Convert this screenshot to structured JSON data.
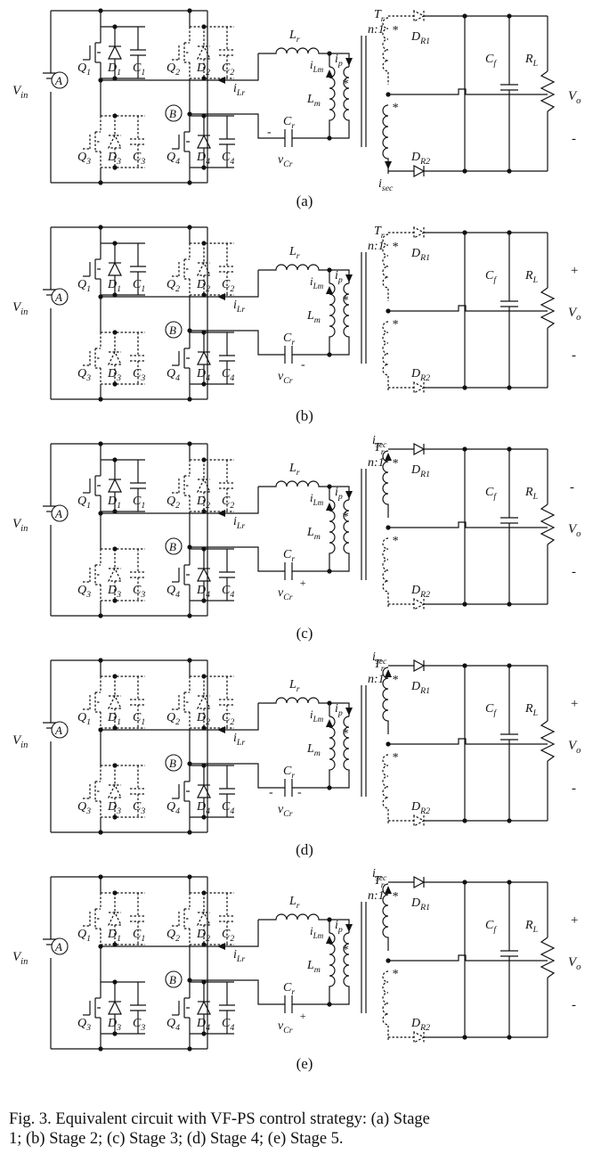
{
  "figure": {
    "caption_line1": "Fig. 3. Equivalent circuit with VF-PS control strategy: (a) Stage",
    "caption_line2": "1; (b) Stage 2; (c) Stage 3; (d) Stage 4; (e) Stage 5."
  },
  "labels": {
    "vin": "V",
    "vin_sub": "in",
    "node_a": "A",
    "node_b": "B",
    "Q": [
      "Q1",
      "Q2",
      "Q3",
      "Q4"
    ],
    "D": [
      "D1",
      "D2",
      "D3",
      "D4"
    ],
    "C": [
      "C1",
      "C2",
      "C3",
      "C4"
    ],
    "Lr": "Lr",
    "Lm": "Lm",
    "Cr": "Cr",
    "vCr": "vCr",
    "iLr": "iLr",
    "iLm": "iLm",
    "ip": "ip",
    "Tr": "Tr",
    "ratio": "n:1",
    "DR1": "DR1",
    "DR2": "DR2",
    "Cf": "Cf",
    "RL": "RL",
    "Vo": "Vo",
    "isec": "isec",
    "plus": "+",
    "minus": "-",
    "dot": "*"
  },
  "panels": [
    {
      "label": "(a)",
      "stage": 1,
      "conducting_switches": [
        "Q1",
        "Q4"
      ],
      "conducting_rectifier": "DR2",
      "isec_direction": "down",
      "vo_polarity": [
        "",
        "-"
      ],
      "cr_polarity": "left-minus"
    },
    {
      "label": "(b)",
      "stage": 2,
      "conducting_switches": [
        "Q1",
        "Q4"
      ],
      "conducting_rectifier": "none",
      "isec_direction": "none",
      "vo_polarity": [
        "+",
        "-"
      ],
      "cr_polarity": "right-minus"
    },
    {
      "label": "(c)",
      "stage": 3,
      "conducting_switches": [
        "Q1",
        "Q4"
      ],
      "conducting_rectifier": "DR1",
      "isec_direction": "up",
      "vo_polarity": [
        "-",
        "-"
      ],
      "cr_polarity": "right-plus"
    },
    {
      "label": "(d)",
      "stage": 4,
      "conducting_switches": [
        "Q4"
      ],
      "conducting_rectifier": "DR1",
      "isec_direction": "up",
      "vo_polarity": [
        "+",
        "-"
      ],
      "cr_polarity": "both-minus"
    },
    {
      "label": "(e)",
      "stage": 5,
      "conducting_switches": [
        "Q3",
        "Q4"
      ],
      "conducting_rectifier": "DR1",
      "isec_direction": "up",
      "vo_polarity": [
        "+",
        "-"
      ],
      "cr_polarity": "right-plus"
    }
  ]
}
